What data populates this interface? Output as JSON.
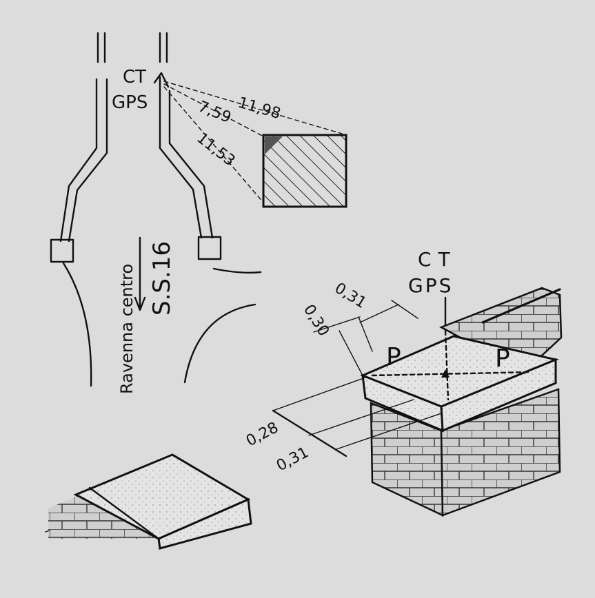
{
  "site_sketch": {
    "ct_label": "CT",
    "gps_label": "GPS",
    "distance_1": "11,98",
    "distance_2": "7,59",
    "distance_3": "11,53",
    "road_direction": "Ravenna centro",
    "road_name": "S.S.16"
  },
  "pillar_detail": {
    "ct_label": "CT",
    "gps_label": "GPS",
    "dim_top_1": "0,31",
    "dim_top_2": "0,30",
    "dim_side_1": "0,28",
    "dim_side_2": "0,31",
    "marker_left": "P",
    "marker_right": "P"
  }
}
